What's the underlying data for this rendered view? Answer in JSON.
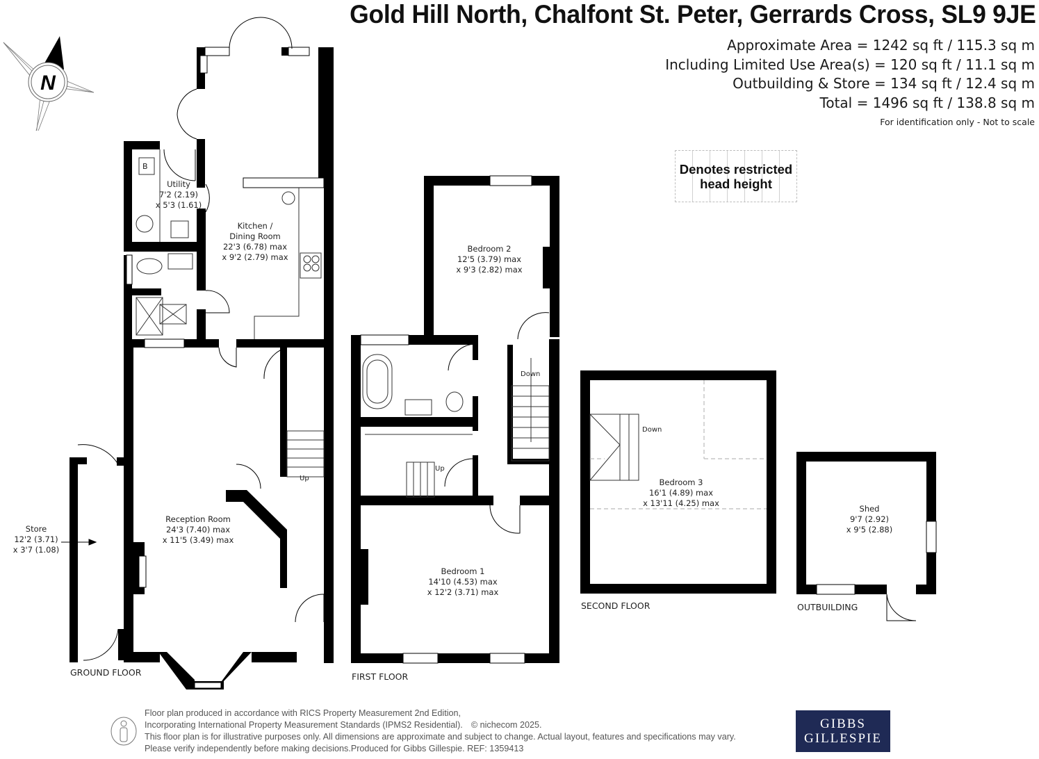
{
  "header": {
    "title": "Gold Hill North, Chalfont St. Peter, Gerrards Cross, SL9 9JE"
  },
  "areas": {
    "approximate_area": "Approximate Area = 1242 sq ft / 115.3 sq m",
    "limited_use_area": "Including Limited Use Area(s) = 120 sq ft / 11.1 sq m",
    "outbuilding_store": "Outbuilding & Store = 134 sq ft / 12.4 sq m",
    "total": "Total = 1496 sq ft / 138.8 sq m",
    "note": "For identification only - Not to scale"
  },
  "legend": {
    "line1": "Denotes restricted",
    "line2": "head height"
  },
  "compass": {
    "icon": "north-arrow-icon",
    "letter": "N"
  },
  "floors": {
    "ground": "GROUND FLOOR",
    "first": "FIRST FLOOR",
    "second": "SECOND FLOOR",
    "outbuilding": "OUTBUILDING"
  },
  "rooms": {
    "utility": {
      "name": "Utility",
      "dim1": "7'2 (2.19)",
      "dim2": "x 5'3 (1.61)"
    },
    "kitchen": {
      "name1": "Kitchen /",
      "name2": "Dining Room",
      "dim1": "22'3 (6.78) max",
      "dim2": "x 9'2 (2.79) max"
    },
    "reception": {
      "name": "Reception Room",
      "dim1": "24'3 (7.40) max",
      "dim2": "x 11'5 (3.49) max"
    },
    "store": {
      "name": "Store",
      "dim1": "12'2 (3.71)",
      "dim2": "x 3'7 (1.08)"
    },
    "bedroom2": {
      "name": "Bedroom 2",
      "dim1": "12'5 (3.79) max",
      "dim2": "x 9'3 (2.82) max"
    },
    "bedroom1": {
      "name": "Bedroom 1",
      "dim1": "14'10 (4.53) max",
      "dim2": "x 12'2 (3.71) max"
    },
    "bedroom3": {
      "name": "Bedroom 3",
      "dim1": "16'1 (4.89) max",
      "dim2": "x 13'11 (4.25) max"
    },
    "shed": {
      "name": "Shed",
      "dim1": "9'7 (2.92)",
      "dim2": "x 9'5 (2.88)"
    }
  },
  "stairs": {
    "ground_up": "Up",
    "first_up": "Up",
    "first_down": "Down",
    "second_down": "Down"
  },
  "fixtures": {
    "boiler": "B"
  },
  "footer": {
    "line1": "Floor plan produced in accordance with RICS Property Measurement 2nd Edition,",
    "line2": "Incorporating International Property Measurement Standards (IPMS2 Residential).",
    "copyright": "© nichecom 2025.",
    "line3": "This floor plan is for illustrative purposes only. All dimensions are approximate and subject to change. Actual layout, features and specifications may vary.",
    "line4": "Please verify independently before making decisions.Produced for Gibbs Gillespie.   REF:  1359413"
  },
  "logo": {
    "line1": "GIBBS",
    "line2": "GILLESPIE",
    "color": "#1f2a55"
  }
}
